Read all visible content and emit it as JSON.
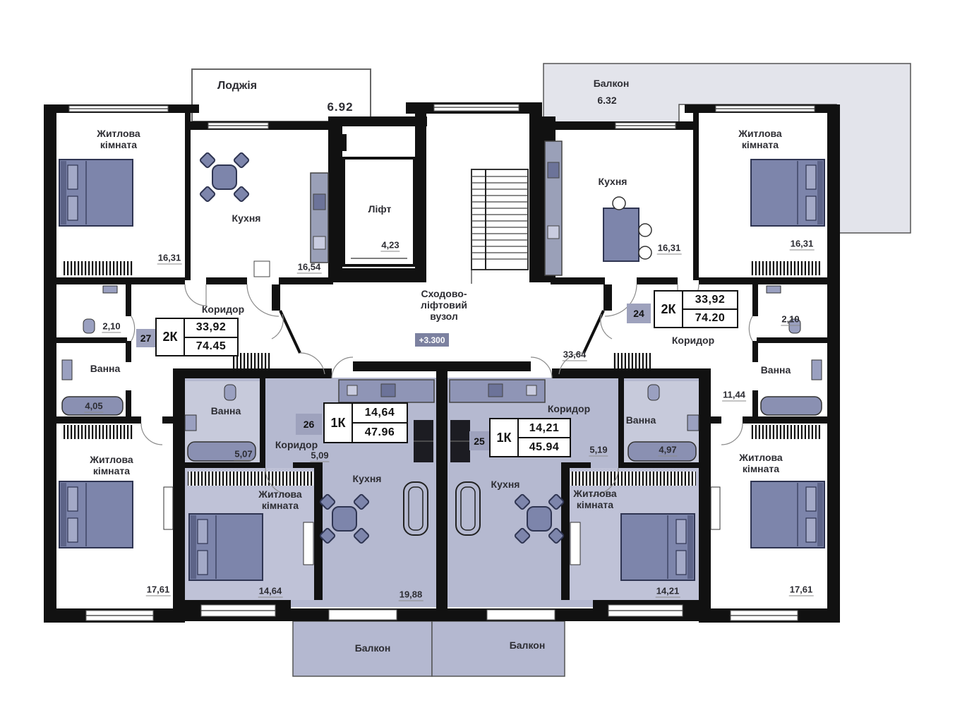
{
  "loggia": {
    "label": "Лоджія",
    "area": "6.92"
  },
  "balcony_top": {
    "label": "Балкон",
    "area": "6.32"
  },
  "core": {
    "elevator": {
      "label": "Ліфт",
      "area": "4,23"
    },
    "stair_node": {
      "label": "Сходово-\nліфтовий\nвузол",
      "level": "+3.300",
      "area": "33,64"
    }
  },
  "apartments": {
    "a27": {
      "number": "27",
      "type": "2К",
      "living_area": "33,92",
      "total_area": "74.45",
      "room1": {
        "label": "Житлова\nкімната",
        "area": "16,31"
      },
      "kitchen": {
        "label": "Кухня",
        "area": "16,54"
      },
      "corridor": {
        "label": "Коридор"
      },
      "wc": {
        "area": "2,10"
      },
      "bath": {
        "label": "Ванна",
        "area": "4,05"
      },
      "room2": {
        "label": "Житлова\nкімната",
        "area": "17,61"
      }
    },
    "a26": {
      "number": "26",
      "type": "1К",
      "living_area": "14,64",
      "total_area": "47.96",
      "bath": {
        "label": "Ванна",
        "area": "5,07"
      },
      "corridor": {
        "label": "Коридор",
        "area": "5,09"
      },
      "room": {
        "label": "Житлова\nкімната",
        "area": "14,64"
      },
      "kitchen": {
        "label": "Кухня",
        "area": "19,88"
      },
      "balcony": {
        "label": "Балкон"
      }
    },
    "a25": {
      "number": "25",
      "type": "1К",
      "living_area": "14,21",
      "total_area": "45.94",
      "corridor": {
        "label": "Коридор",
        "area": "5,19"
      },
      "bath": {
        "label": "Ванна",
        "area": "4,97"
      },
      "kitchen": {
        "label": "Кухня"
      },
      "room": {
        "label": "Житлова\nкімната",
        "area": "14,21"
      },
      "balcony": {
        "label": "Балкон"
      }
    },
    "a24": {
      "number": "24",
      "type": "2К",
      "living_area": "33,92",
      "total_area": "74.20",
      "kitchen": {
        "label": "Кухня",
        "area": "16,31"
      },
      "room1": {
        "label": "Житлова\nкімната",
        "area": "16,31"
      },
      "corridor": {
        "label": "Коридор",
        "area": "11,44"
      },
      "wc": {
        "area": "2,10"
      },
      "bath": {
        "label": "Ванна"
      },
      "room2": {
        "label": "Житлова\nкімната",
        "area": "17,61"
      }
    }
  },
  "colors": {
    "wall": "#111111",
    "furniture": "#7d85ab",
    "shade_1k": "#b5b9d0",
    "tag": "#9ea2bd",
    "balcony_top": "#e3e4eb"
  }
}
